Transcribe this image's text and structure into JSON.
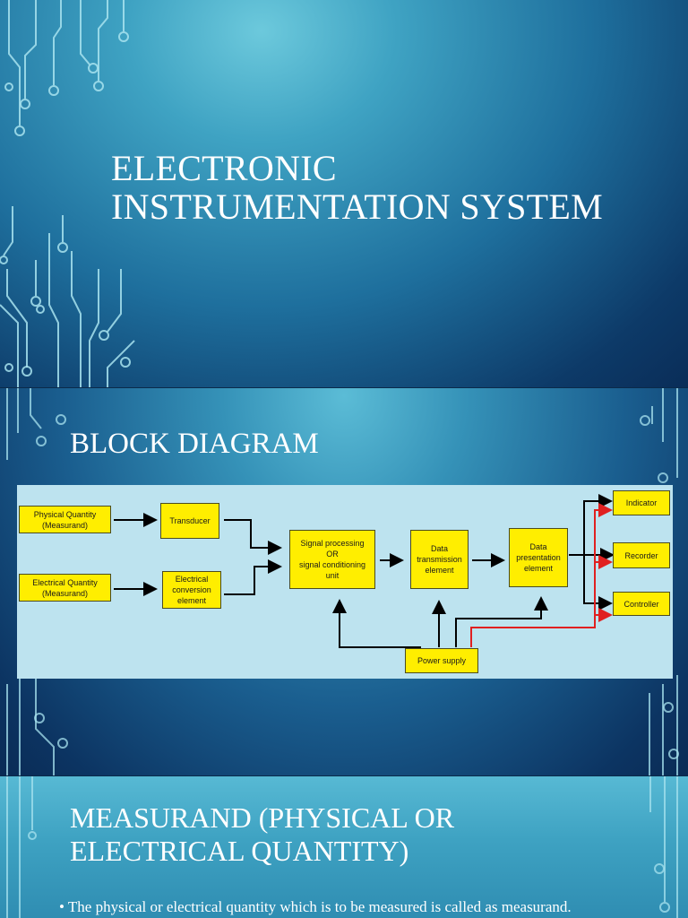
{
  "slide1": {
    "title": "ELECTRONIC\nINSTRUMENTATION SYSTEM"
  },
  "slide2": {
    "title": "BLOCK DIAGRAM",
    "blocks": {
      "physical_quantity": "Physical Quantity\n(Measurand)",
      "electrical_quantity": "Electrical Quantity\n(Measurand)",
      "transducer": "Transducer",
      "electrical_conversion": "Electrical\nconversion\nelement",
      "signal_processing": "Signal processing\nOR\nsignal conditioning\nunit",
      "data_transmission": "Data\ntransmission\nelement",
      "data_presentation": "Data\npresentation\nelement",
      "indicator": "Indicator",
      "recorder": "Recorder",
      "controller": "Controller",
      "power_supply": "Power supply"
    },
    "colors": {
      "block_fill": "#ffee00",
      "diagram_bg": "#bde3ef",
      "power_line": "#e02020"
    }
  },
  "slide3": {
    "title": "MEASURAND (PHYSICAL OR\nELECTRICAL QUANTITY)",
    "bullet": "• The physical or electrical quantity which is to be measured is called as measurand."
  }
}
